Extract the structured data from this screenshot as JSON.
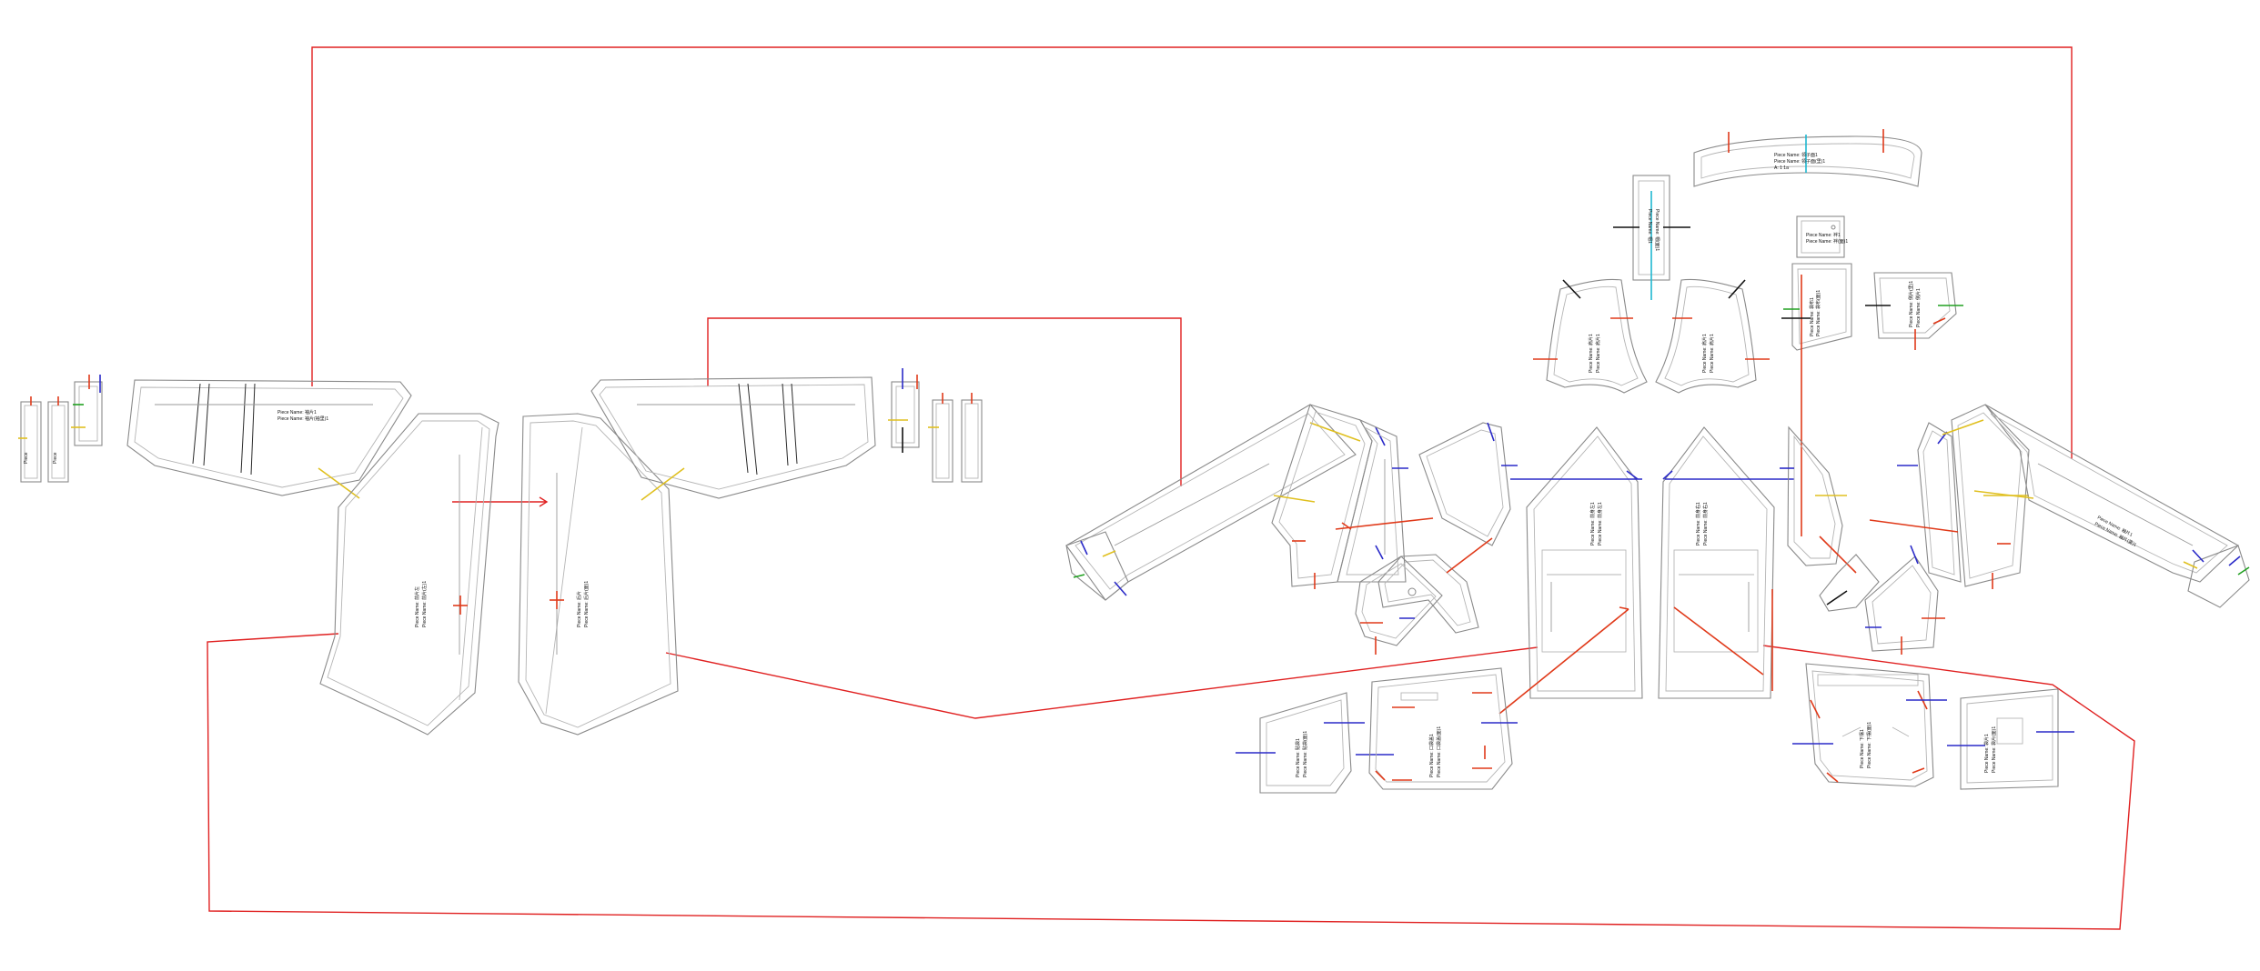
{
  "diagram": {
    "colors": {
      "piece_outline": "#8a8a8a",
      "seam_allowance": "#b5b5b5",
      "route_line": "#e02020",
      "mark_red": "#e03a1a",
      "mark_blue": "#2a2ac8",
      "mark_yellow": "#e0c020",
      "mark_green": "#20a020",
      "mark_black": "#111111",
      "mark_cyan": "#20b8d0"
    },
    "labels": {
      "sleeve_left": [
        "Piece Name: 袖片1",
        "Piece Name: 袖片(袖里)1"
      ],
      "front_left": [
        "Piece Name: 前片左",
        "Piece Name: 前片(左)1"
      ],
      "back_left": [
        "Piece Name: 后片",
        "Piece Name: 后片(面)1"
      ],
      "top_band": [
        "Piece Name: 领子面1",
        "Piece Name: 领子面(里)1",
        "A: 1 1a"
      ],
      "small_pocket": [
        "Piece Name: 袋布1",
        "Piece Name: 袋布(面)1"
      ],
      "front_right_a": [
        "Piece Name: 前身左1",
        "Piece Name: 前身左1"
      ],
      "front_right_b": [
        "Piece Name: 前身右1",
        "Piece Name: 前身右1"
      ],
      "bottom_a": [
        "Piece Name: 贴袋1",
        "Piece Name: 贴袋(面)1"
      ],
      "bottom_b": [
        "Piece Name: 口袋盖1",
        "Piece Name: 口袋盖(面)1"
      ],
      "bottom_c": [
        "Piece Name: 下摆1",
        "Piece Name: 下摆(面)1"
      ],
      "bottom_d": [
        "Piece Name: 袋片1",
        "Piece Name: 袋片(面)1"
      ],
      "sleeve_right": [
        "Piece Name: 袖片1",
        "Piece Name: 袖片(里)1"
      ],
      "yoke_left": [
        "Piece Name: 肩片1",
        "Piece Name: 肩片1"
      ],
      "yoke_right": [
        "Piece Name: 肩片1",
        "Piece Name: 肩片1"
      ],
      "side_right": [
        "Piece Name: 侧片(里)1",
        "Piece Name: 侧片1"
      ],
      "hood": [
        "Piece Name: 帽1",
        "Piece Name: 帽(面)1"
      ],
      "tab": [
        "Piece Name: 袢1",
        "Piece Name: 袢(面)1"
      ]
    }
  }
}
